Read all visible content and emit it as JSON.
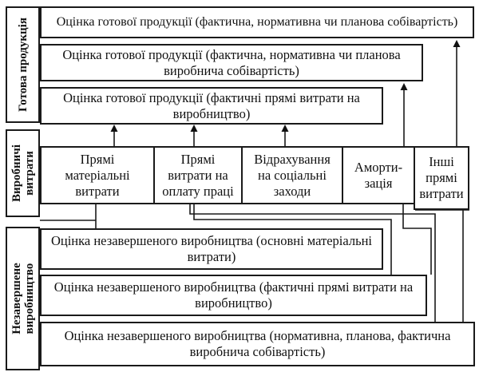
{
  "sections": {
    "finished_goods": "Готова продукція",
    "production_costs": "Виробничі витрати",
    "work_in_progress": "Незавершене виробництво"
  },
  "finished_goods": [
    "Оцінка готової продукції (фактична, нормативна чи планова собівартість)",
    "Оцінка готової продукції (фактична, нормативна чи планова виробнича собівартість)",
    "Оцінка готової продукції (фактичні прямі витрати на виробництво)"
  ],
  "costs": [
    "Прямі матеріальні витрати",
    "Прямі витрати на оплату праці",
    "Відрахування на соціальні заходи",
    "Аморти-зація",
    "Інші прямі витрати"
  ],
  "work_in_progress": [
    "Оцінка незавершеного виробництва (основні матеріальні витрати)",
    "Оцінка незавершеного виробництва (фактичні прямі витрати на виробництво)",
    "Оцінка незавершеного виробництва (нормативна, планова, фактична виробнича собівартість)"
  ]
}
